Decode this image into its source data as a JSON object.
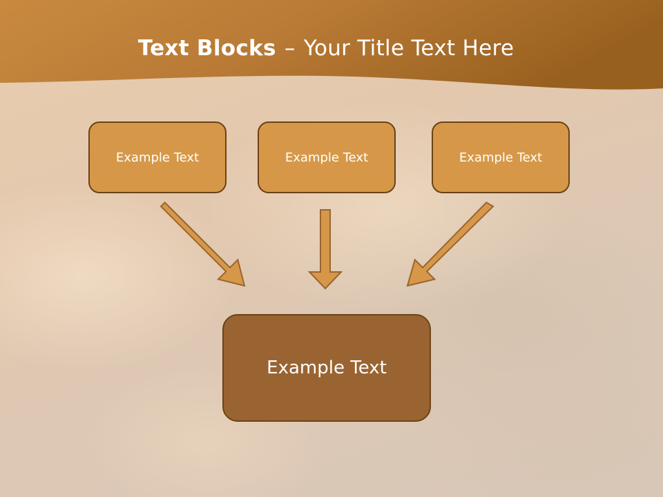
{
  "slide": {
    "title_bold": "Text Blocks",
    "title_dash": "–",
    "title_rest": "Your Title Text Here"
  },
  "diagram": {
    "source_boxes": [
      "Example Text",
      "Example Text",
      "Example Text"
    ],
    "target_box": "Example Text"
  },
  "colors": {
    "header": "#b87a36",
    "source_box_fill": "#d69848",
    "target_box_fill": "#9a6432",
    "box_border": "#6a4217",
    "arrow_fill": "#d69848",
    "arrow_stroke": "#9a6432",
    "text": "#ffffff"
  }
}
